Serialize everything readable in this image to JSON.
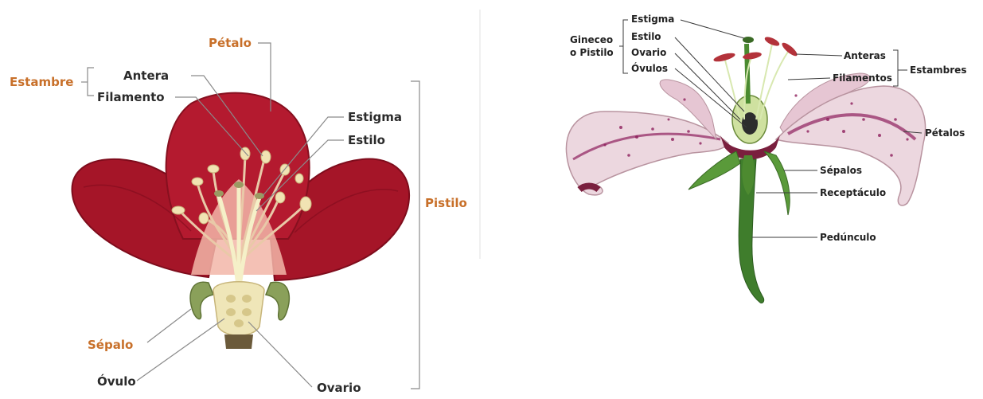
{
  "colors": {
    "accent_orange": "#c8702a",
    "label_dark": "#2b2b2b",
    "leader_line": "#8a8a8a",
    "petal_red": "#b0172c",
    "petal_red_dark": "#7e0c1c",
    "stamen_cream": "#efe3b4",
    "sepal_green": "#7c8f4a",
    "lily_petal": "#ecd7df",
    "lily_spot": "#8e1f5c",
    "stem_green": "#3f7d2c"
  },
  "left_diagram": {
    "labels": {
      "petalo": "Pétalo",
      "estambre": "Estambre",
      "antera": "Antera",
      "filamento": "Filamento",
      "estigma": "Estigma",
      "estilo": "Estilo",
      "pistilo": "Pistilo",
      "sepalo": "Sépalo",
      "ovulo": "Óvulo",
      "ovario": "Ovario"
    }
  },
  "right_diagram": {
    "labels": {
      "estigma": "Estigma",
      "gineceo_line1": "Gineceo",
      "gineceo_line2": "o Pistilo",
      "estilo": "Estilo",
      "ovario": "Ovario",
      "ovulos": "Óvulos",
      "anteras": "Anteras",
      "filamentos": "Filamentos",
      "estambres": "Estambres",
      "petalos": "Pétalos",
      "sepalos": "Sépalos",
      "receptaculo": "Receptáculo",
      "pedunculo": "Pedúnculo"
    }
  }
}
